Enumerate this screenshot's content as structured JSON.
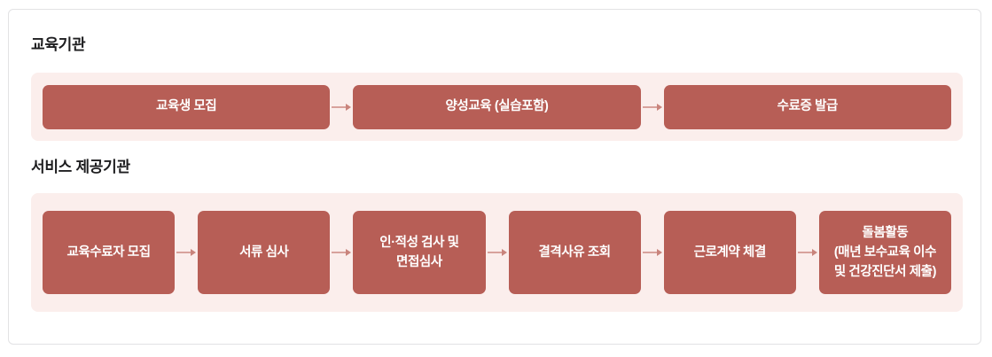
{
  "diagram": {
    "sections": [
      {
        "heading": "교육기관",
        "steps": [
          {
            "lines": [
              "교육생 모집"
            ]
          },
          {
            "lines": [
              "양성교육 (실습포함)"
            ]
          },
          {
            "lines": [
              "수료증 발급"
            ]
          }
        ]
      },
      {
        "heading": "서비스 제공기관",
        "steps": [
          {
            "lines": [
              "교육수료자 모집"
            ]
          },
          {
            "lines": [
              "서류 심사"
            ]
          },
          {
            "lines": [
              "인·적성 검사 및",
              "면접심사"
            ]
          },
          {
            "lines": [
              "결격사유 조회"
            ]
          },
          {
            "lines": [
              "근로계약 체결"
            ]
          },
          {
            "lines": [
              "돌봄활동",
              "(매년 보수교육 이수",
              "및 건강진단서 제출)"
            ]
          }
        ]
      }
    ],
    "colors": {
      "step_fill": "#b75e56",
      "band_fill": "#fbeeec",
      "step_text": "#ffffff",
      "heading_text": "#1d1d1f",
      "arrow": "#d8a29c",
      "frame_border": "#e2e2e4"
    }
  }
}
